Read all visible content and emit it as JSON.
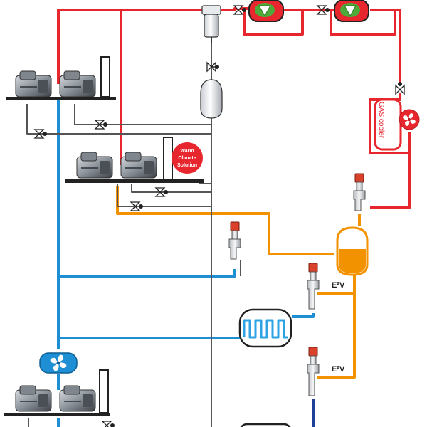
{
  "labels": {
    "gas_cooler": "GAS cooler",
    "warm_climate_line1": "Warm",
    "warm_climate_line2": "Climate",
    "warm_climate_line3": "Solution",
    "e2v_upper": "E²V",
    "e2v_lower": "E²V"
  },
  "colors": {
    "high_pressure": "#e8262d",
    "medium_pressure": "#f39200",
    "suction_low": "#1e8fd5",
    "suction_deep": "#1f3f9a",
    "liquid_gray": "#555555",
    "valve_red": "#d9412b",
    "cooler_fill": "#e8262d",
    "receiver_liquid": "#f39200",
    "evaporator_fill": "#2ea3e3",
    "fan_blue": "#1e8fd5"
  },
  "icons": {
    "compressor": "compressor-icon",
    "valve": "ball-valve-icon",
    "expansion_valve": "electronic-expansion-valve-icon",
    "fan": "fan-icon",
    "oil_separator": "oil-separator-icon",
    "receiver": "receiver-tank-icon",
    "heat_exchanger": "heat-exchanger-icon"
  }
}
